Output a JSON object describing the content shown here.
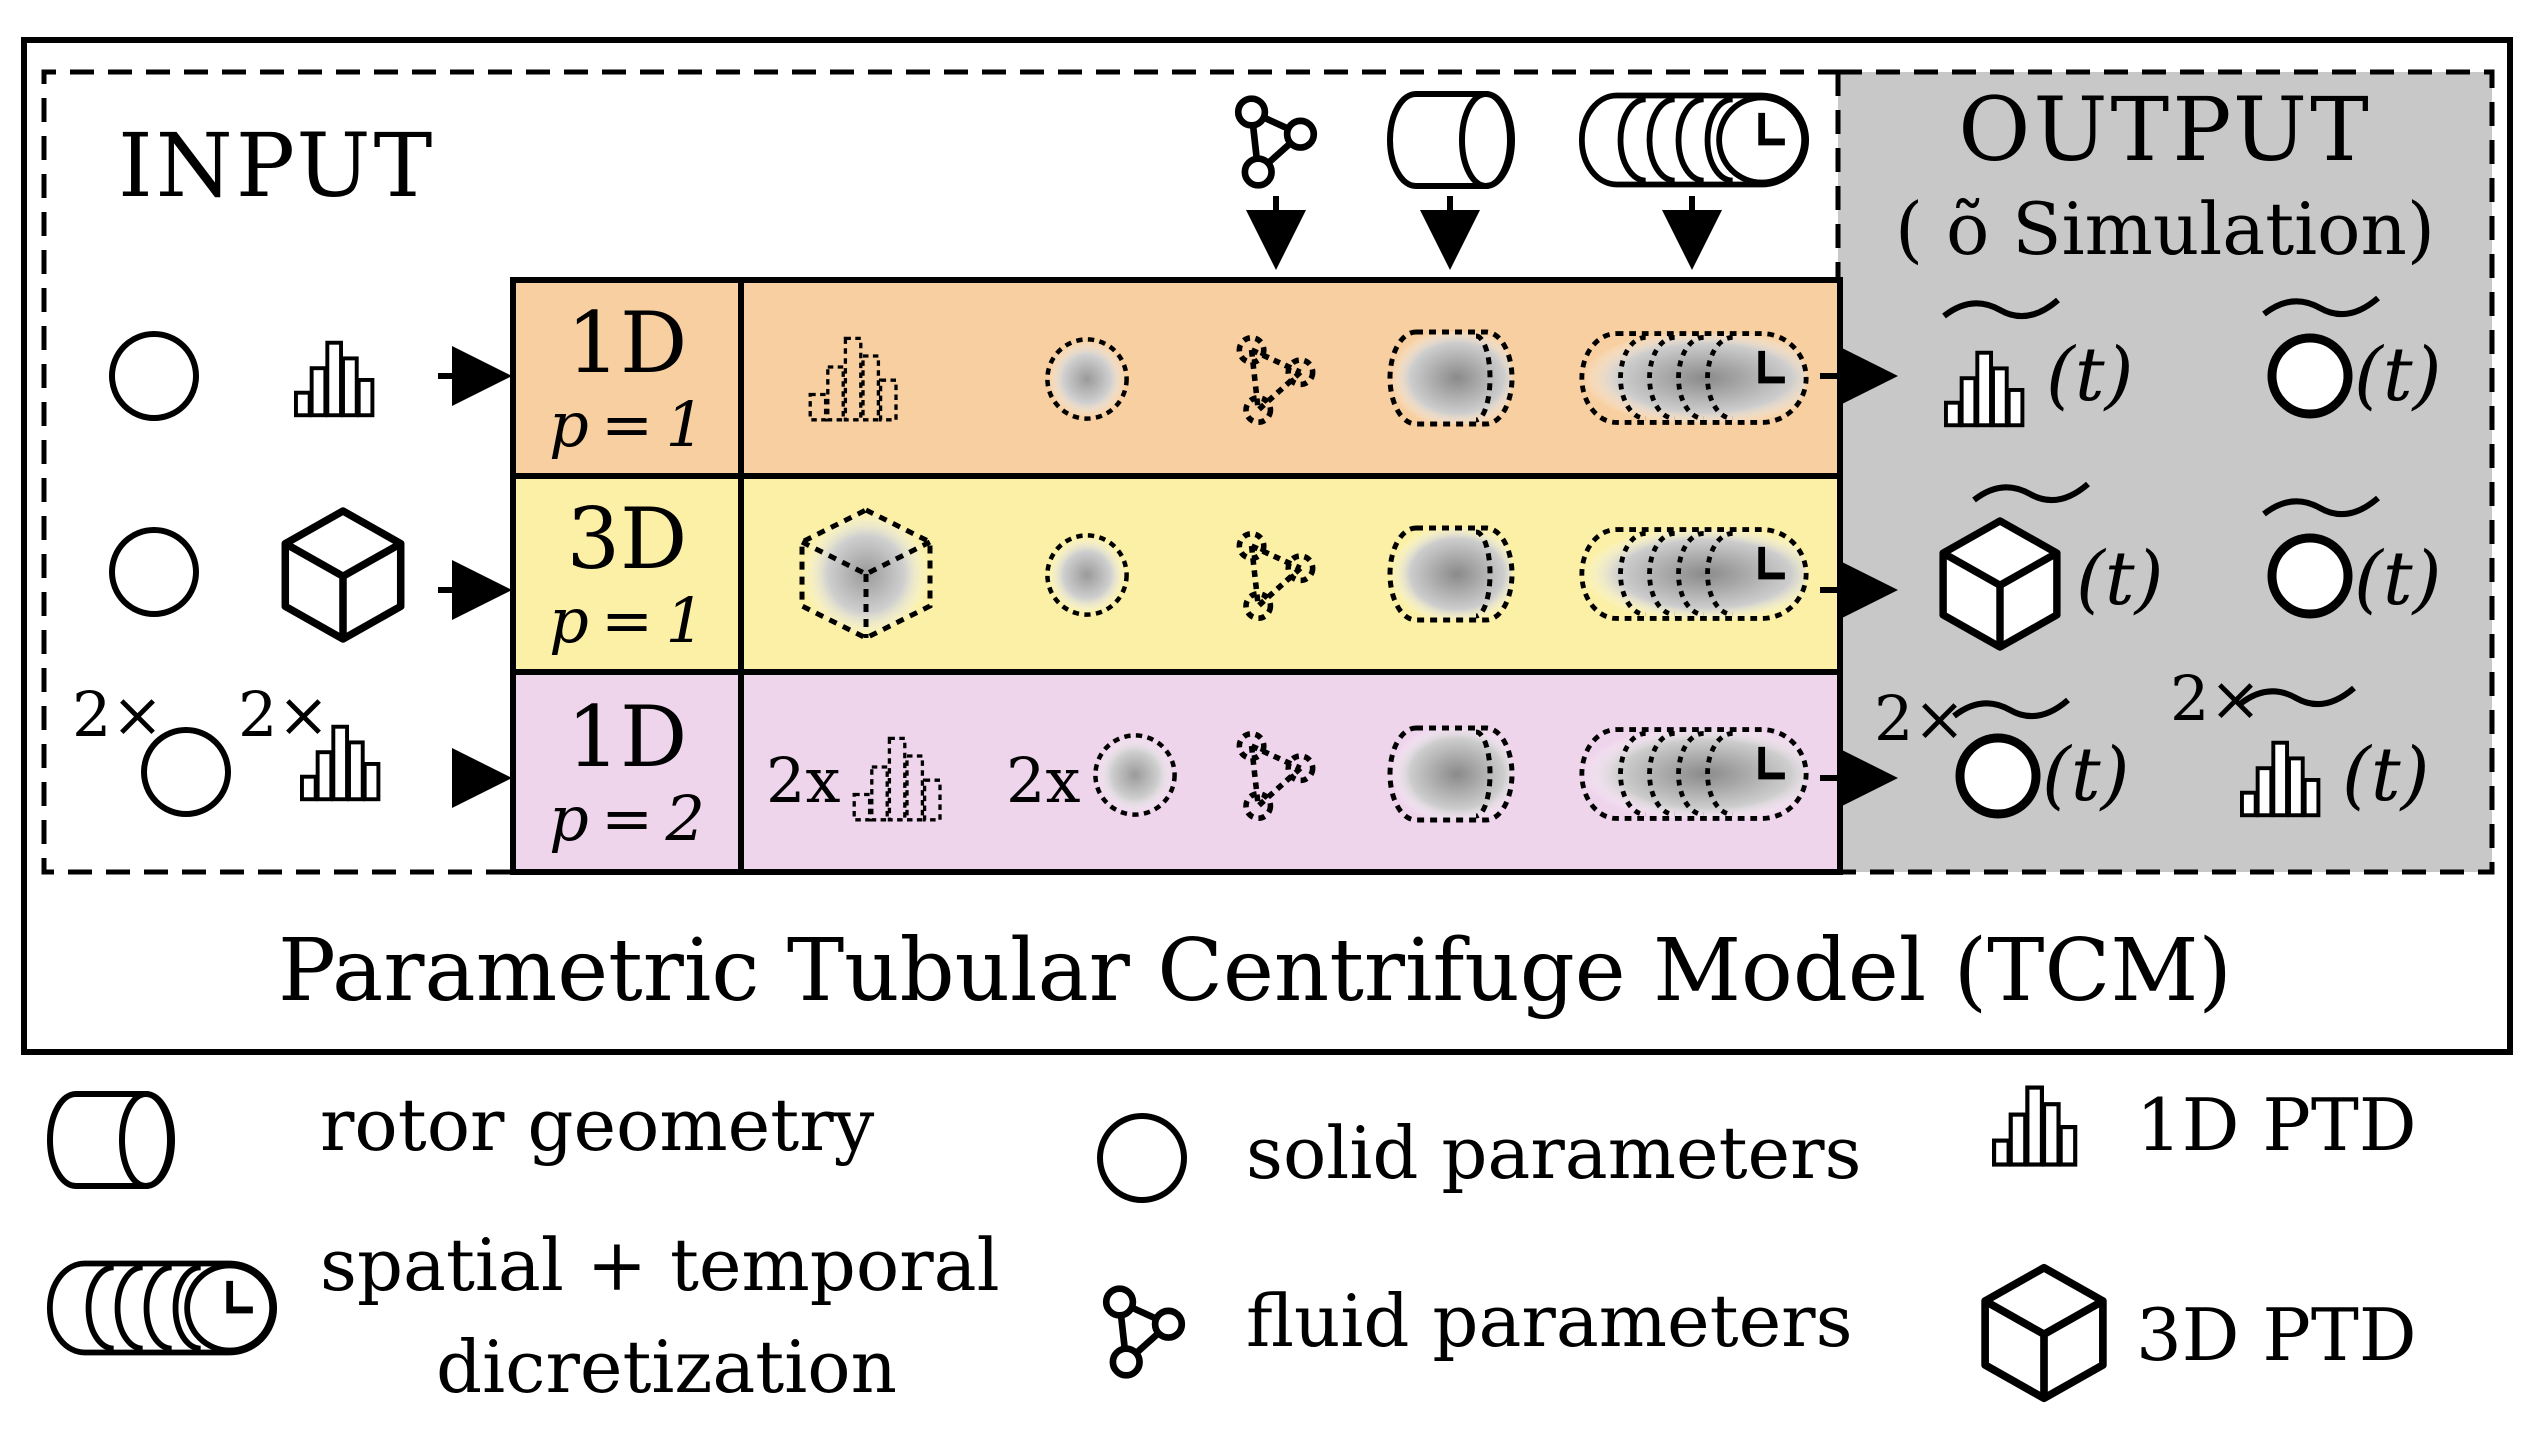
{
  "input_label": "INPUT",
  "output_label": "OUTPUT",
  "output_sublabel": "( õ Simulation)",
  "model_title": "Parametric Tubular Centrifuge Model (TCM)",
  "rows": [
    {
      "dim": "1D",
      "p": "p = 1",
      "color": "#f7cfa0"
    },
    {
      "dim": "3D",
      "p": "p = 1",
      "color": "#fbf0a6"
    },
    {
      "dim": "1D",
      "p": "p = 2",
      "color": "#efd5ec"
    }
  ],
  "output_color": "#c8c8c8",
  "multiplier": "2×",
  "multiplier_x": "2x",
  "time_arg": "(t)",
  "legend": {
    "rotor": "rotor geometry",
    "spatial_line1": "spatial + temporal",
    "spatial_line2": "dicretization",
    "solid": "solid parameters",
    "fluid": "fluid parameters",
    "ptd1d": "1D PTD",
    "ptd3d": "3D PTD"
  },
  "icons": [
    "circle-icon",
    "histogram-icon",
    "cube-icon",
    "fluid-molecule-icon",
    "rotor-cylinder-icon",
    "discretization-clock-icon",
    "tilde-icon"
  ]
}
